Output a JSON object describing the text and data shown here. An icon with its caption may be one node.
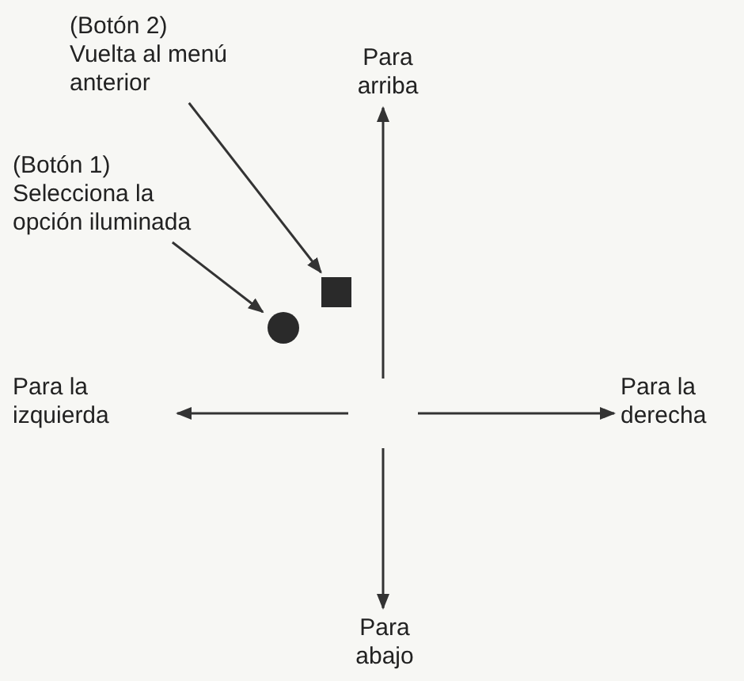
{
  "diagram": {
    "nodes": [
      {
        "text": [
          "(Botón 2) Vuelta al menú anterior"
        ]
      },
      {
        "text": [
          "Para arriba"
        ]
      },
      {
        "text": [
          "(Botón 1) Selecciona la opción iluminada"
        ]
      },
      {
        "text": [],
        "shape": "box"
      },
      {
        "text": [],
        "shape": "circle"
      },
      {
        "text": [
          "Para la izquierda"
        ]
      },
      {
        "text": [
          "Para la derecha"
        ]
      },
      {
        "text": [
          "Para abajo"
        ]
      }
    ],
    "edges": [
      {
        "from": 0,
        "to": 3,
        "arrow": "to"
      },
      {
        "from": 2,
        "to": 4,
        "arrow": "to"
      },
      {
        "from": null,
        "to": 1,
        "arrow": "to"
      },
      {
        "from": null,
        "to": 5,
        "arrow": "to"
      },
      {
        "from": null,
        "to": 6,
        "arrow": "to"
      },
      {
        "from": null,
        "to": 7,
        "arrow": "to"
      }
    ]
  }
}
